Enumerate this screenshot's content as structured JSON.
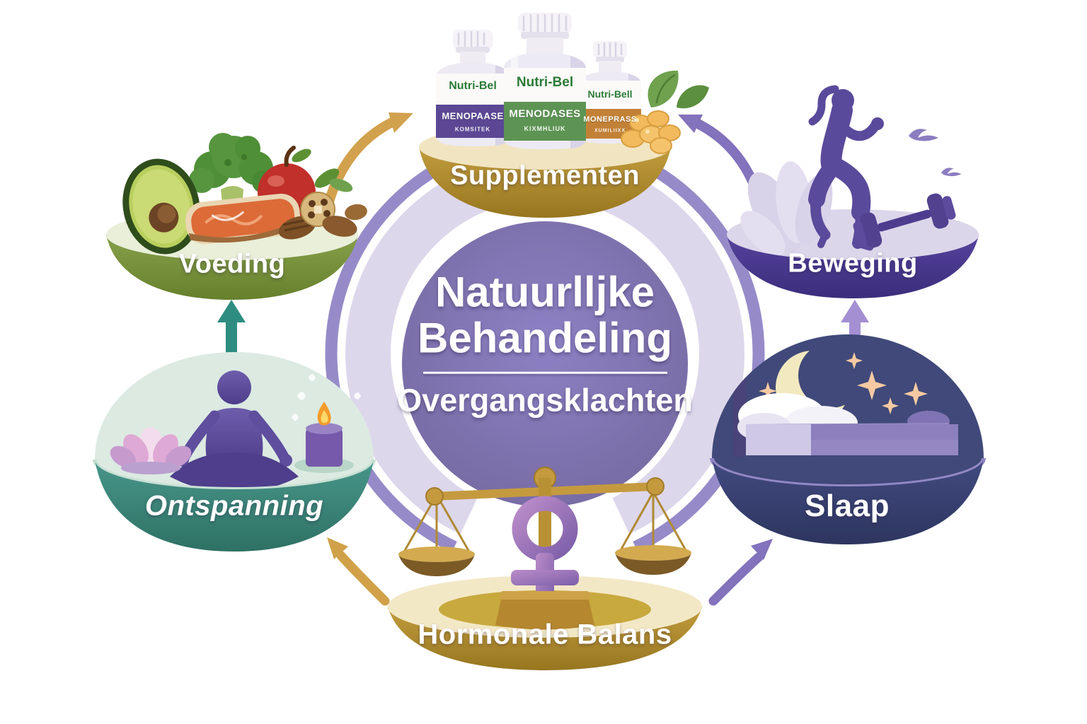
{
  "center": {
    "title_line1": "Natuurlljke",
    "title_line2": "Behandeling",
    "subtitle": "Overgangsklachten"
  },
  "plates": {
    "supplementen": {
      "label": "Supplementen",
      "bowl_color": "#b7922f"
    },
    "voeding": {
      "label": "Voeding",
      "bowl_color": "#7f9440"
    },
    "beweging": {
      "label": "Beweging",
      "bowl_color": "#4c3a92"
    },
    "slaap": {
      "label": "Slaap",
      "bowl_color": "#3a4274"
    },
    "ontspanning": {
      "label": "Ontspanning",
      "bowl_color": "#3f8b80"
    },
    "hormonale_balans": {
      "label": "Hormonale Balans",
      "bowl_color": "#b7922f"
    }
  },
  "bottles": [
    {
      "brand": "Nutri-Bel",
      "product": "MENOPAASE",
      "subtext": "KOMSITEK"
    },
    {
      "brand": "Nutri-Bel",
      "product": "MENODASES",
      "subtext": "KIXMHLIUK"
    },
    {
      "brand": "Nutri-Bell",
      "product": "MONEPRASS",
      "subtext": "XUMILIIXX"
    }
  ],
  "icons": {
    "supplementen": "supplement-bottles",
    "voeding": "healthy-food",
    "beweging": "running-woman",
    "slaap": "moon-and-bed",
    "ontspanning": "meditation",
    "hormonale_balans": "balance-scale-female-symbol"
  },
  "colors": {
    "center_purple": "#8276b8",
    "ring_lavender": "#ddd7eb",
    "ring_band": "#968bc8",
    "gold": "#b7922f",
    "olive_green": "#7f9440",
    "deep_purple": "#4c3a92",
    "navy": "#3a4274",
    "teal": "#3f8b80",
    "arrow_gold": "#d2a14d",
    "arrow_purple": "#8372bc",
    "arrow_teal": "#2e8d80",
    "arrow_lilac": "#a48fd2"
  }
}
